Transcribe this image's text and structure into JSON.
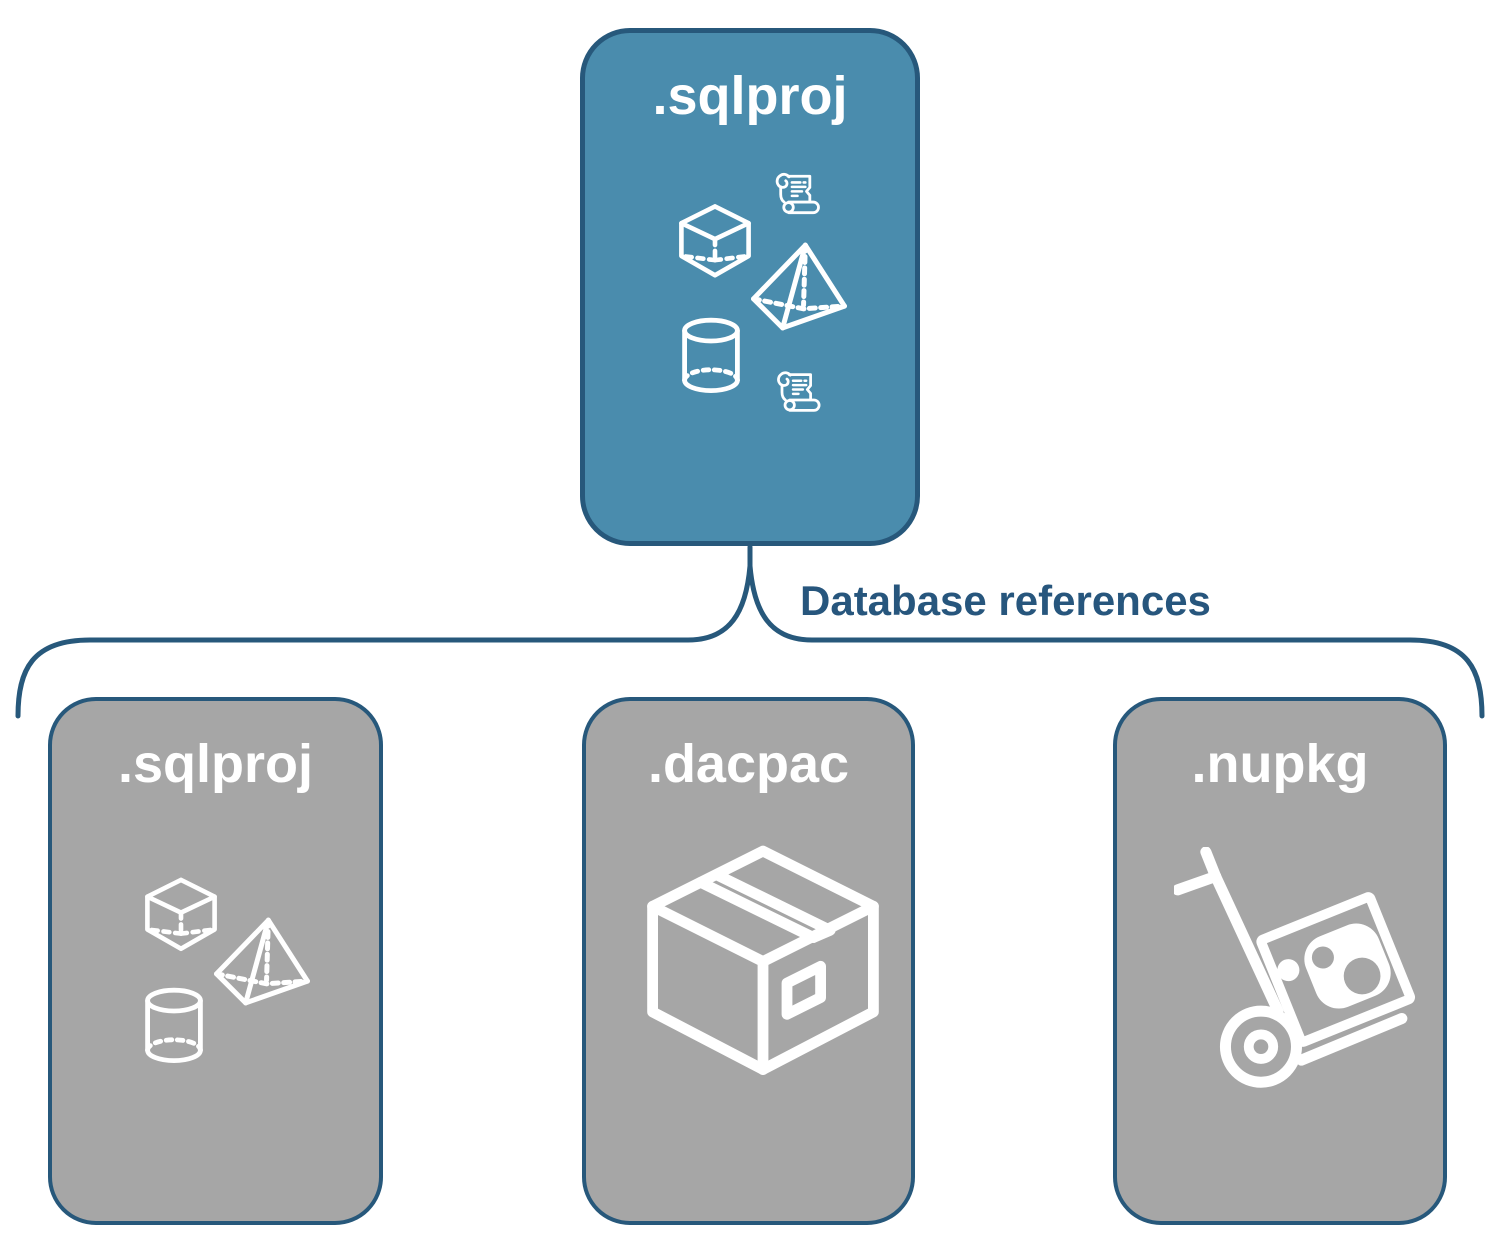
{
  "page": {
    "type": "architecture-diagram",
    "background_color": "#FFFFFF"
  },
  "root_card": {
    "label": ".sqlproj",
    "fill_color": "#4A8CAD",
    "border_color": "#27587B",
    "label_color": "#FFFFFF",
    "icons": [
      "cube-icon",
      "scroll-icon",
      "pyramid-icon",
      "cylinder-icon",
      "scroll-icon"
    ]
  },
  "connector": {
    "label": "Database references",
    "line_color": "#27587B",
    "text_color": "#27567D"
  },
  "child_cards": [
    {
      "label": ".sqlproj",
      "fill_color": "#A6A6A6",
      "border_color": "#27587B",
      "label_color": "#FFFFFF",
      "icons": [
        "cube-icon",
        "pyramid-icon",
        "cylinder-icon"
      ]
    },
    {
      "label": ".dacpac",
      "fill_color": "#A6A6A6",
      "border_color": "#27587B",
      "label_color": "#FFFFFF",
      "icons": [
        "package-box-icon"
      ]
    },
    {
      "label": ".nupkg",
      "fill_color": "#A6A6A6",
      "border_color": "#27587B",
      "label_color": "#FFFFFF",
      "icons": [
        "hand-truck-icon",
        "nuget-package-logo"
      ]
    }
  ]
}
